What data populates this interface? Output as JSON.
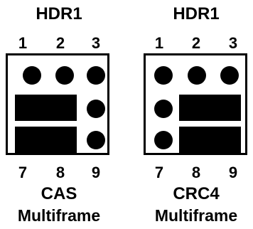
{
  "headers": [
    {
      "title": "HDR1",
      "top_pins": [
        "1",
        "2",
        "3"
      ],
      "bottom_pins": [
        "7",
        "8",
        "9"
      ],
      "config_line1": "CAS",
      "config_line2": "Multiframe",
      "jumpers": [
        "4-5",
        "7-8"
      ]
    },
    {
      "title": "HDR1",
      "top_pins": [
        "1",
        "2",
        "3"
      ],
      "bottom_pins": [
        "7",
        "8",
        "9"
      ],
      "config_line1": "CRC4",
      "config_line2": "Multiframe",
      "jumpers": [
        "5-6",
        "8-9"
      ]
    }
  ]
}
